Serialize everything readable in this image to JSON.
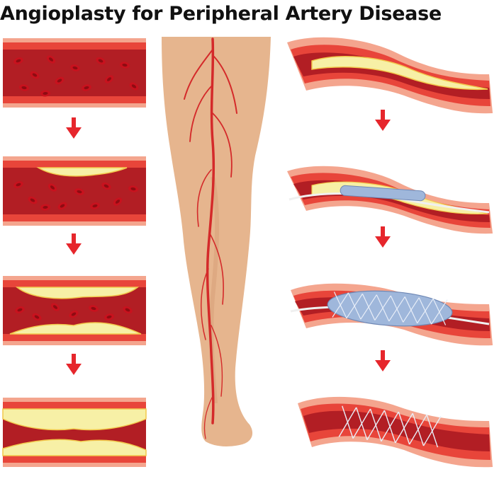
{
  "title": "Angioplasty for Peripheral Artery Disease",
  "colors": {
    "vessel_wall": "#e8453a",
    "vessel_lumen": "#b21e24",
    "vessel_outer": "#f4a58e",
    "red_blood_cell": "#c8121e",
    "plaque": "#f7f0a6",
    "plaque_edge": "#f2c94c",
    "arrow": "#e6262c",
    "skin": "#e6b58e",
    "skin_shadow": "#d9a27a",
    "artery_on_leg": "#d42a2a",
    "balloon": "#9fb7db",
    "stent_mesh": "#e8eef8",
    "catheter": "#f0f0f0"
  },
  "diagram": {
    "left_column": [
      "healthy-artery",
      "mild-plaque",
      "moderate-plaque",
      "severe-plaque"
    ],
    "right_column": [
      "narrowed-artery",
      "catheter-inserted",
      "balloon-inflated-stent",
      "stent-in-place"
    ]
  }
}
